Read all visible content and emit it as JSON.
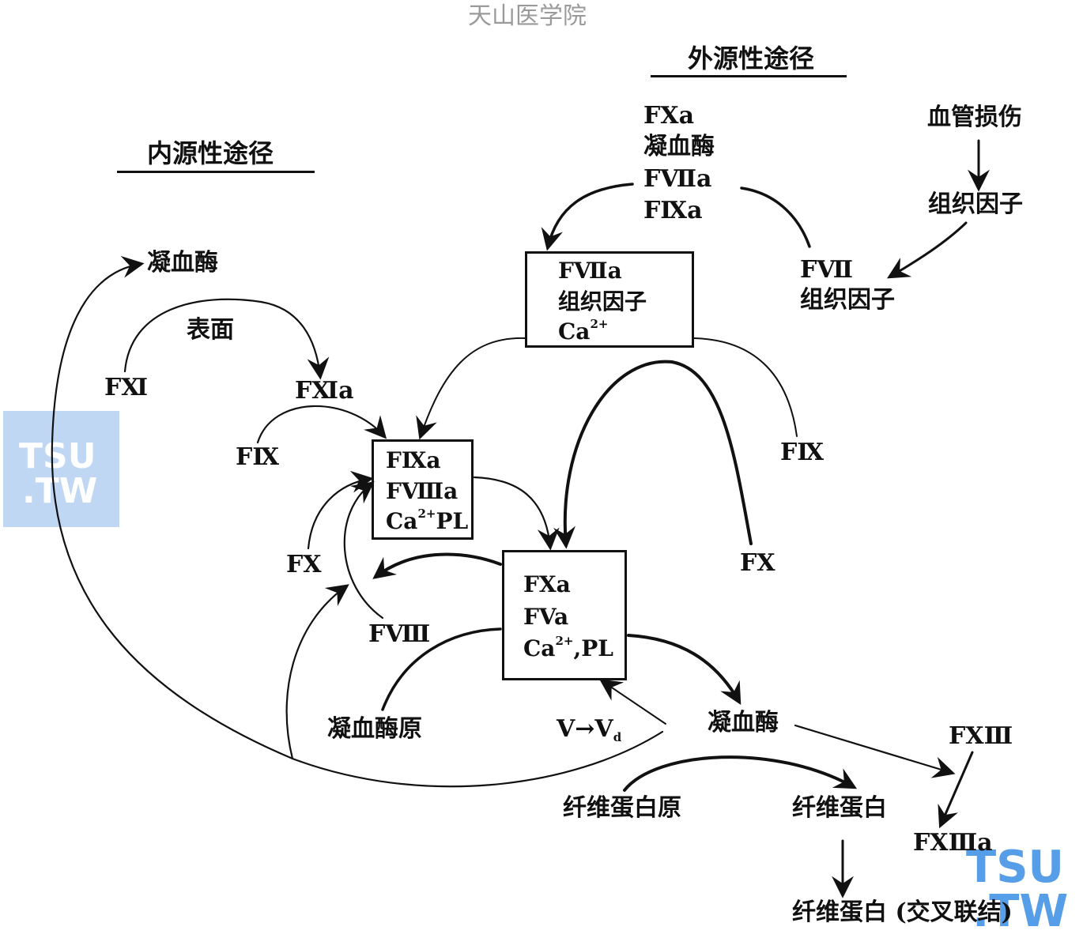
{
  "title": "天山医学院",
  "intrinsic_header": "内源性途径",
  "extrinsic_header": "外源性途径",
  "extrinsic_activators": [
    "FXa",
    "凝血酶",
    "FⅦa",
    "FⅨa"
  ],
  "vessel_injury": "血管损伤",
  "tissue_factor": "组织因子",
  "fvii_tf_complex": [
    "FⅦ",
    "组织因子"
  ],
  "box_extrinsic": {
    "line1": "FⅦa",
    "line2": "组织因子",
    "line3_base": "Ca",
    "line3_sup": "2+"
  },
  "box_tenase": {
    "line1": "FⅨa",
    "line2": "FⅧa",
    "line3_base": "Ca",
    "line3_sup": "2+",
    "line3_tail": "PL"
  },
  "box_prothrombinase": {
    "line1": "FXa",
    "line2": "FVa",
    "line3_base": "Ca",
    "line3_sup": "2+",
    "line3_tail": ",PL"
  },
  "thrombin_top": "凝血酶",
  "surface": "表面",
  "fxi": "FⅪ",
  "fxia": "FⅪa",
  "fix_left": "FⅨ",
  "fix_right": "FⅨ",
  "fx_left": "FX",
  "fx_right": "FX",
  "fviii": "FⅧ",
  "prothrombin": "凝血酶原",
  "v_to_vd": {
    "base": "V→V",
    "sub": "d"
  },
  "thrombin_bottom": "凝血酶",
  "fxiii": "FXⅢ",
  "fxiiia": "FXⅢa",
  "fibrinogen": "纤维蛋白原",
  "fibrin": "纤维蛋白",
  "fibrin_crosslinked": "纤维蛋白 (交叉联结)",
  "watermark_left": {
    "line1": "TSU",
    "line2": ".TW"
  },
  "watermark_right": {
    "line1": "TSU",
    "line2": ".TW"
  },
  "colors": {
    "ink": "#111111",
    "title_gray": "#9a9a9a",
    "watermark_blue": "#a9c9ef",
    "watermark_text": "#3a8ee6"
  }
}
